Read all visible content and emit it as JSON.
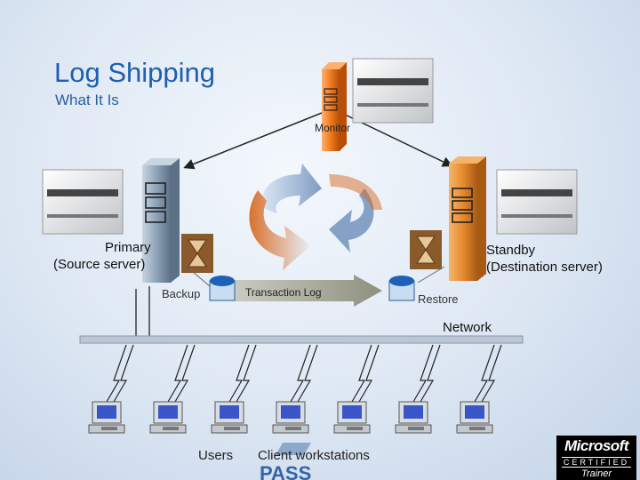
{
  "slide": {
    "title": "Log Shipping",
    "subtitle": "What It Is"
  },
  "labels": {
    "monitor": "Monitor",
    "primary_line1": "Primary",
    "primary_line2": "(Source server)",
    "standby_line1": "Standby",
    "standby_line2": "(Destination server)",
    "backup": "Backup",
    "transaction_log": "Transaction Log",
    "restore": "Restore",
    "network": "Network",
    "users": "Users",
    "client_workstations": "Client workstations"
  },
  "logos": {
    "pass": "PASS",
    "microsoft": "Microsoft",
    "certified": "CERTIFIED",
    "trainer": "Trainer"
  },
  "colors": {
    "title": "#1d5fb0",
    "server_primary": "#8ea3b8",
    "server_monitor": "#f07a1c",
    "server_standby": "#e68a2e",
    "arrow_gradient": "#d86a25"
  },
  "workstation_count": 7
}
